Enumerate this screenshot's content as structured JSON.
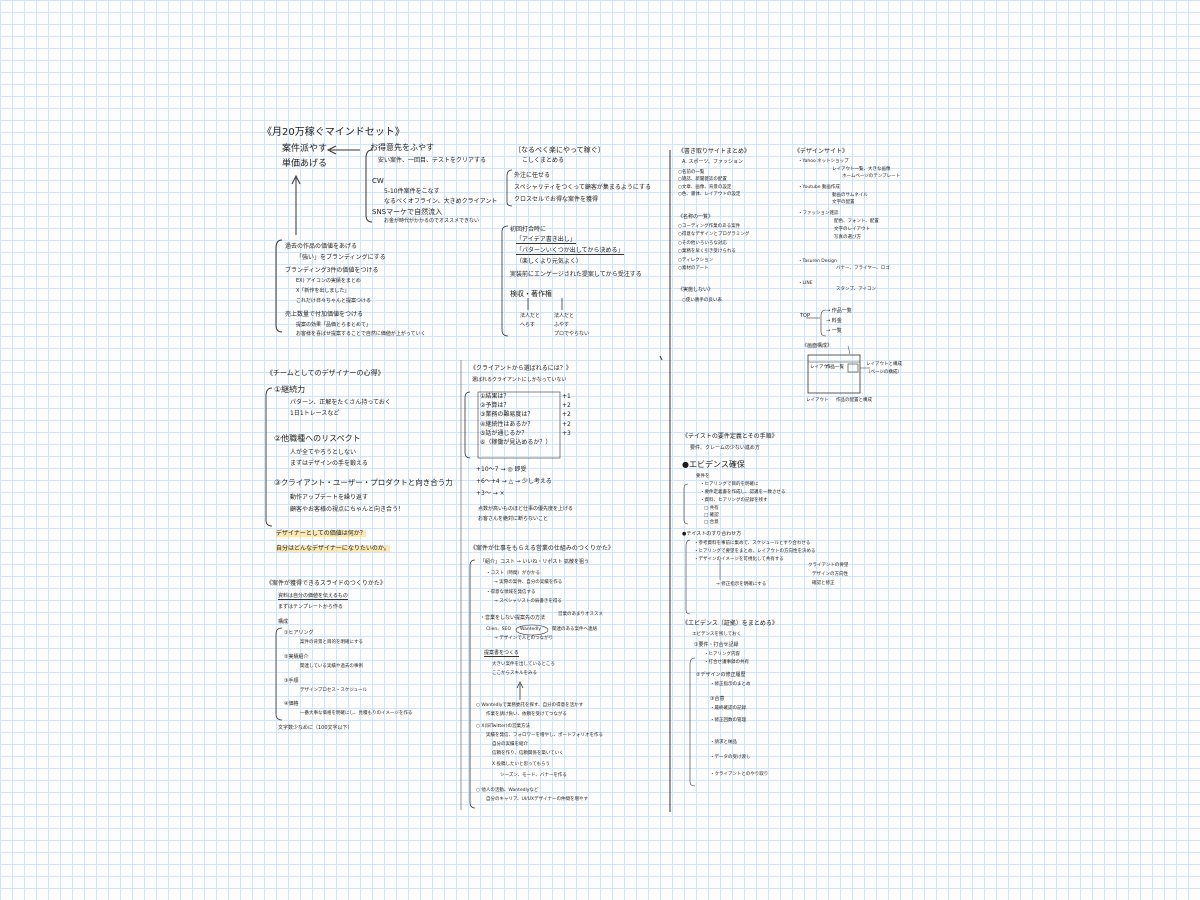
{
  "col1": {
    "title": "《月20万稼ぐマインドセット》",
    "goal1": "案件派やす",
    "goal2": "単価あげる",
    "tip1": "お得意先をふやす",
    "tip1a": "安い案件、一回目、テストをクリアする",
    "cw": "CW",
    "cw1": "5-10件案件をこなす",
    "cw2": "なるべくオフライン、大きめクライアント",
    "sns": "SNSマーケで自然流入",
    "sns1": "お金が時代がかかるのでオススメできない",
    "left1": "過去の作品の価値をあげる",
    "left1a": "「強い」をブランディングにする",
    "left2": "ブランディング3件の価値をつける",
    "left2a": "EX) アイコンの実績をまとめ",
    "left2b": "X「新作を出しました」",
    "left2c": "これだけ日々ちゃんと提案つける",
    "left3": "売上数量で付加価値をつける",
    "left3a": "提案の効果「品価とらまとめて」",
    "left3b": "お客様を喜ばせ提案することで自然に価値が上がっていく",
    "mid_title": "〔なるべく楽にやって稼ぐ〕",
    "mid_sub": "こしくまとめる",
    "mid1": "外注に任せる",
    "mid2": "スペシャリティをつくって顧客が集まるようにする",
    "mid3": "クロスセルでお得な案件を獲得",
    "mid4": "初回打合時に",
    "mid4a": "「アイデア書き出し」",
    "mid4b": "「パターンいくつか出してから決める」",
    "mid4c": "（楽しくより元気よく）",
    "mid5": "実装前にエンゲージされた提案してから受注する",
    "mid6": "検収・著作権",
    "mid6a": "法人だと",
    "mid6b": "へらす",
    "mid6c": "法人だと",
    "mid6d": "ふやす",
    "mid6e": "プロでやらない"
  },
  "col3": {
    "title": "《書き取りサイトまとめ》",
    "sub": "A. スポーツ、ファッション",
    "items": [
      "○名前の一覧",
      "○雑誌、新聞雑誌の配置",
      "○文章、画像、背景の設定",
      "○色、書体、レイアウトの設定"
    ],
    "sec2": "《名称の一覧》",
    "sec2items": [
      "○コーディング作業のある案件",
      "○得意なデザインとプログラミング",
      "○その他いろいろな対応",
      "○業務を早く引き受けられる",
      "○ディレクション",
      "○素材のアート"
    ],
    "sec3": "《実施しない》",
    "sec3a": "○使い勝手の良い表"
  },
  "col4": {
    "title": "《デザインサイト》",
    "r1": "・Yahoo ネットショップ",
    "r1a": "レイアウト一覧、大きな画像",
    "r1b": "ホームページのテンプレート",
    "r2": "・Youtube 動画作成",
    "r2a": "動画のサムネイル",
    "r2b": "文字の配置",
    "r3": "・ファッション雑誌",
    "r3a": "配色、フォント、配置",
    "r3b": "文字のレイアウト",
    "r3c": "写真の選び方",
    "r4": "・Tasuren Design",
    "r4a": "バナー、フライヤー、ロゴ",
    "r5": "・LINE",
    "r5a": "スタンプ、アイコン",
    "top": "TOP",
    "top1": "→ 作品一覧",
    "top2": "→ 料金",
    "top3": "→ 一覧",
    "sketch": "《画面構成》",
    "sketch_box": "作品一覧",
    "sketch_label": "レイアウト",
    "sketch_note1": "レイアウトと構成",
    "sketch_note2": "（ページの構成）",
    "bottom1": "レイアウト",
    "bottom2": "作品の配置と構成"
  },
  "col2": {
    "title": "《チームとしてのデザイナーの心得》",
    "p1": "①継続力",
    "p1a": "パターン、正解をたくさん持っておく",
    "p1b": "1日1トレースなど",
    "p2": "②他職種へのリスペクト",
    "p2a": "人が全てやろうとしない",
    "p2b": "まずはデザインの手を鍛える",
    "p3": "③クライアント・ユーザー・プロダクトと向き合う力",
    "p3a": "動作アップデートを繰り返す",
    "p3b": "顧客やお客様の視点にちゃんと向き合う！",
    "q1": "デザイナーとしての価値は何か？",
    "q2": "自分はどんなデザイナーになりたいのか。",
    "s2title": "《案件が獲得できるスライドのつくりかた》",
    "s2sub": "資料は自分の価値を伝えるもの",
    "s2sub2": "まずはテンプレートから作る",
    "s2a": "構成",
    "s2b": "①ヒアリング",
    "s2b1": "案件の背景と目的を明確にする",
    "s2c": "②実績紹介",
    "s2c1": "関連している実績や過去の事例",
    "s2d": "③手順",
    "s2d1": "デザインプロセス・スケジュール",
    "s2e": "④価格",
    "s2e1": "一番大事な価格を明確にし、見積もりのイメージを作る",
    "s2f": "文字数少なめに（100文字以下）"
  },
  "colMid": {
    "title": "《クライアントから選ばれるには？》",
    "sub": "選ばれるクライアントにしかなっていない",
    "list": [
      "①結果は？",
      "②予算は？",
      "③業務の難易度は？",
      "④継続性はあるか？",
      "⑤話が通じるか？",
      "⑥（稼働が見込めるか？）"
    ],
    "scores": [
      "+1",
      "+2",
      "+2",
      "+2",
      "+3",
      ""
    ],
    "calc1": "+10〜7 → ◎ 即受",
    "calc2": "+6〜+4 → △ → 少し考える",
    "calc3": "+3〜 → ×",
    "note1": "点数が高いものほど仕事の優先度を上げる",
    "note2": "お客さんを絶対に断らないこと",
    "s2title": "《案件が仕事をもらえる営業の仕組みのつくりかた》",
    "s2a": "「紹介」コスト → いいね・リポスト 拡散を狙う",
    "s2a1": "・コスト（時間）がかかる",
    "s2a2": "→ 実際の案件、自分の実績を作る",
    "s2a3": "・得意な領域を発信する",
    "s2a4": "→ スペシャリストの肩書きを得る",
    "s2b": "・営業をしない提案先の方法",
    "s2b1": "Clien、SEO",
    "s2b2": "Wantedly",
    "s2b3": "関連のある案件へ連絡",
    "s2b4": "→ デザインで人とのつながり",
    "s2b5": "営業のあまりオススメ",
    "s2c": "提案書をつくる",
    "s2c1": "大きい案件を出しているところ",
    "s2c2": "ここからスキルをみる",
    "b1": "○ Wantedlyで業務委託を探す、自分の得意を活かす",
    "b1a": "作業を請け負い、依頼を受けてつながる",
    "b2": "○ X(旧Twitter)の営業方法",
    "b2a": "実績を発信、フォロワーを増やし、ポートフォリオを作る",
    "b2b": "自分の実績を紹介",
    "b2c": "信頼を作り、信頼関係を築いていく",
    "b2d": "X 投稿したいと思ってもらう",
    "b2e": "シーズン、モード、バナーを作る",
    "b3": "○ 他人の活動、Wantedlyなど",
    "b3a": "自分のキャリア、UI/UXデザイナーの仲間を増やす"
  },
  "col5": {
    "title": "《テイストの要件定義とその手順》",
    "sub": "要件、クレームの少ない進め方",
    "h1": "●エビデンス確保",
    "h1a": "要件を",
    "h1b": "・ヒアリングで目的を明確に",
    "h1c": "・要件定義書を作成し、認識を一致させる",
    "h1d": "・資料、ヒアリングの記録を残す",
    "h1e": "□ 共有",
    "h1f": "□ 確認",
    "h1g": "□ 合意",
    "h2": "●テイストのすり合わせ方",
    "h2a": "・参考資料を事前に集めて、スケジュールとすり合わせる",
    "h2b": "・ヒアリングで要望をまとめ、レイアウトの方向性を決める",
    "h2c": "・デザインのイメージを可視化して共有する",
    "h2d": "→ 修正指示を明確にする",
    "h2e": "クライアントの要望",
    "h2f": "デザインの方向性",
    "h2g": "確認と修正",
    "s3": "《エビデンス（証拠）をまとめる》",
    "s3a": "エビデンスを残しておく",
    "s3b": "①要件・打合せ記録",
    "s3c": "・ヒアリング内容",
    "s3d": "・打合せ議事録の共有",
    "s3e": "②デザインの修正履歴",
    "s3f": "・修正指示のまとめ",
    "s3g": "③合意",
    "s3h": "・最終確認の記録",
    "s3i": "・修正回数の管理",
    "s3j": "・請求と納品",
    "s3k": "・データの受け渡し",
    "s3l": "・クライアントとのやり取り"
  }
}
